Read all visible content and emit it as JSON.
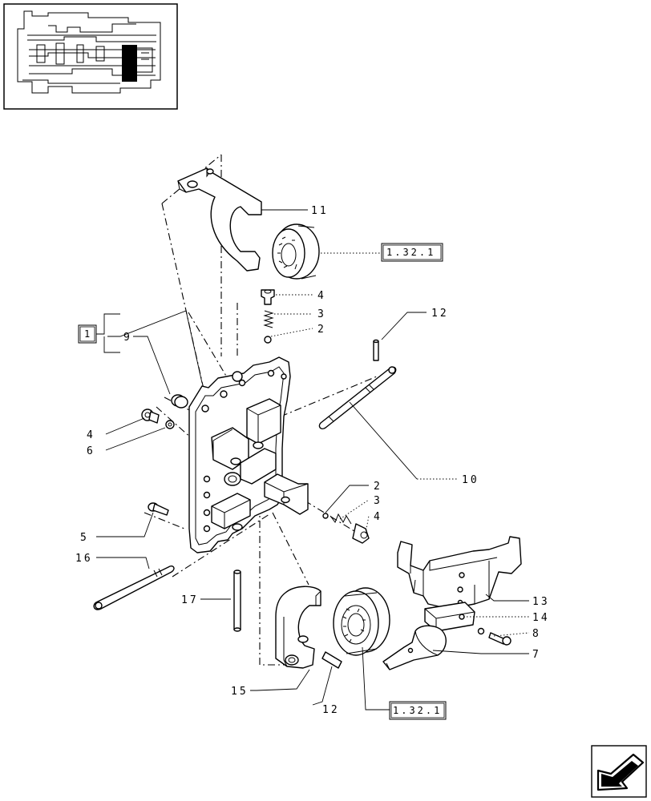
{
  "thumbnail": {
    "highlight_color": "#000000"
  },
  "callouts": {
    "c11": "11",
    "c4a": "4",
    "c3a": "3",
    "c2a": "2",
    "c12a": "12",
    "c9": "9",
    "c4b": "4",
    "c6": "6",
    "c10": "10",
    "c2b": "2",
    "c3b": "3",
    "c4c": "4",
    "c5": "5",
    "c16": "16",
    "c17": "17",
    "c13": "13",
    "c14": "14",
    "c8": "8",
    "c7": "7",
    "c15": "15",
    "c12b": "12"
  },
  "refs": {
    "group_box": "1",
    "ref_top": "1.32.1",
    "ref_bottom": "1.32.1"
  },
  "nav": {
    "icon": "next-page-arrow-icon"
  }
}
